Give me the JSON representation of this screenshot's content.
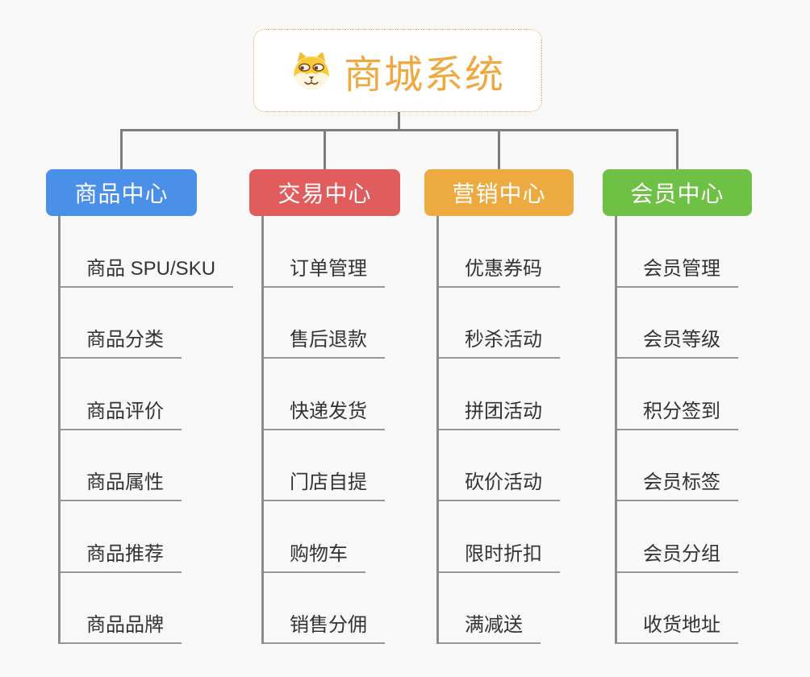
{
  "canvas": {
    "background": "#f8f8f8",
    "connector_color": "#7d7d7d",
    "underline_color": "#969696"
  },
  "root": {
    "label": "商城系统",
    "icon": "shiba-dog-icon",
    "text_color": "#f0a840",
    "border_color": "#e6a94e",
    "background": "#ffffff"
  },
  "branches": [
    {
      "id": "product-center",
      "label": "商品中心",
      "color": "#4a90e9",
      "children": [
        "商品 SPU/SKU",
        "商品分类",
        "商品评价",
        "商品属性",
        "商品推荐",
        "商品品牌"
      ]
    },
    {
      "id": "trade-center",
      "label": "交易中心",
      "color": "#e15c5c",
      "children": [
        "订单管理",
        "售后退款",
        "快递发货",
        "门店自提",
        "购物车",
        "销售分佣"
      ]
    },
    {
      "id": "marketing-center",
      "label": "营销中心",
      "color": "#ecaa41",
      "children": [
        "优惠券码",
        "秒杀活动",
        "拼团活动",
        "砍价活动",
        "限时折扣",
        "满减送"
      ]
    },
    {
      "id": "member-center",
      "label": "会员中心",
      "color": "#6ec145",
      "children": [
        "会员管理",
        "会员等级",
        "积分签到",
        "会员标签",
        "会员分组",
        "收货地址"
      ]
    }
  ]
}
